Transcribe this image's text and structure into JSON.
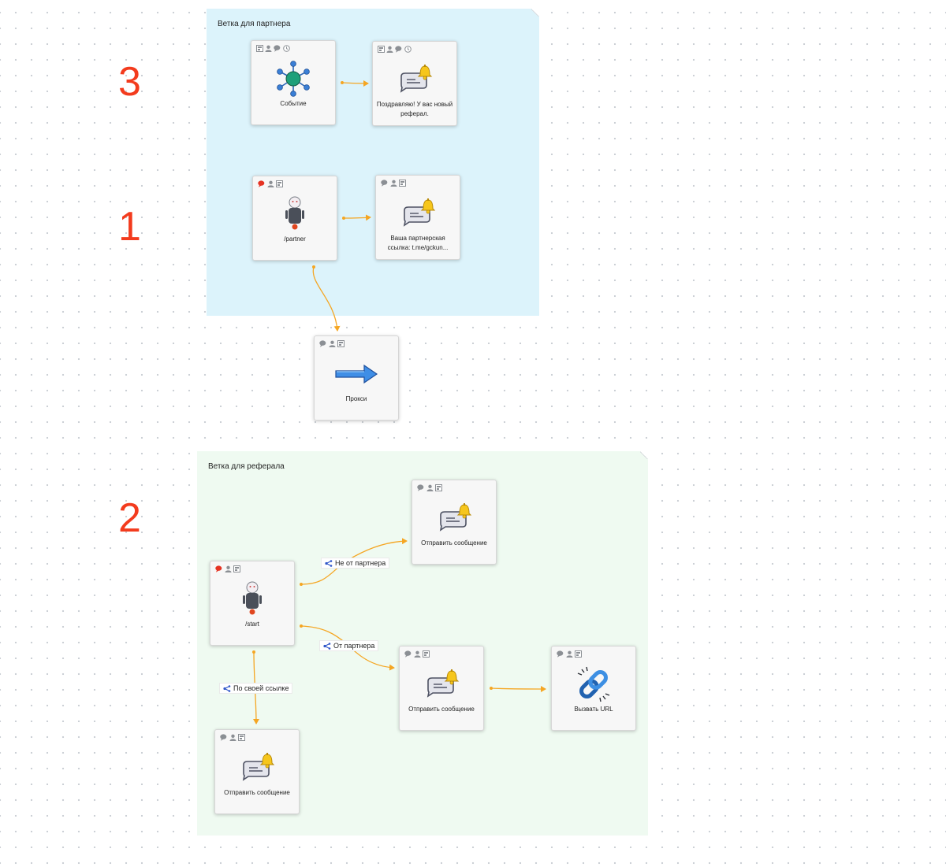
{
  "groups": {
    "partner": {
      "title": "Ветка для партнера",
      "color": "#dcf3fb"
    },
    "referral": {
      "title": "Ветка для реферала",
      "color": "#effaf1"
    }
  },
  "markers": {
    "m3": "3",
    "m1": "1",
    "m2": "2"
  },
  "nodes": {
    "event": {
      "label": "Событие",
      "icon": "event-hub-icon",
      "badges": [
        "settings-icon",
        "user-icon",
        "chat-icon",
        "clock-icon"
      ]
    },
    "congrats": {
      "label": "Поздравляю! У вас новый реферал.",
      "icon": "message-bell-icon",
      "badges": [
        "settings-icon",
        "user-icon",
        "chat-icon",
        "clock-icon"
      ]
    },
    "partner_cmd": {
      "label": "/partner",
      "icon": "bot-icon",
      "badges": [
        "chat-red-icon",
        "user-icon",
        "settings-icon"
      ]
    },
    "partner_link": {
      "label": "Ваша партнерская ссылка: t.me/gckun...",
      "icon": "message-bell-icon",
      "badges": [
        "chat-icon",
        "user-icon",
        "settings-icon"
      ]
    },
    "proxy": {
      "label": "Прокси",
      "icon": "arrow-right-icon",
      "badges": [
        "chat-icon",
        "user-icon",
        "settings-icon"
      ]
    },
    "send_top": {
      "label": "Отправить сообщение",
      "icon": "message-bell-icon",
      "badges": [
        "chat-icon",
        "user-icon",
        "settings-icon"
      ]
    },
    "start_cmd": {
      "label": "/start",
      "icon": "bot-icon",
      "badges": [
        "chat-red-icon",
        "user-icon",
        "settings-icon"
      ]
    },
    "send_mid": {
      "label": "Отправить сообщение",
      "icon": "message-bell-icon",
      "badges": [
        "chat-icon",
        "user-icon",
        "settings-icon"
      ]
    },
    "call_url": {
      "label": "Вызвать URL",
      "icon": "link-icon",
      "badges": [
        "chat-icon",
        "user-icon",
        "settings-icon"
      ]
    },
    "send_bottom": {
      "label": "Отправить сообщение",
      "icon": "message-bell-icon",
      "badges": [
        "chat-icon",
        "user-icon",
        "settings-icon"
      ]
    }
  },
  "edge_labels": {
    "not_partner": "Не от партнера",
    "from_partner": "От партнера",
    "own_link": "По своей ссылке"
  },
  "colors": {
    "edge": "#f5a623",
    "marker": "#f33b1d",
    "branch_icon": "#2f56c9",
    "node_bg": "#f7f7f7"
  }
}
